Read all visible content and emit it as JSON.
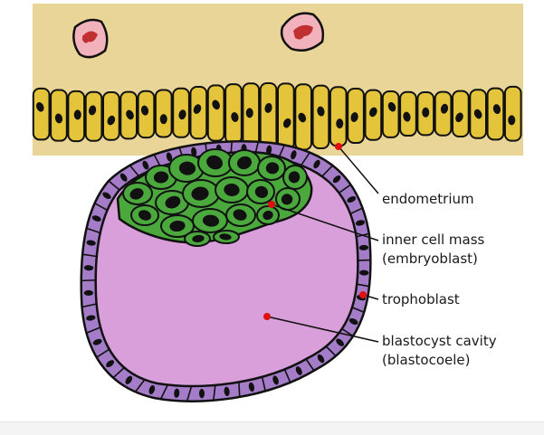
{
  "labels": {
    "endometrium": "endometrium",
    "inner_cell_mass": "inner cell mass",
    "embryoblast": "(embryoblast)",
    "trophoblast": "trophoblast",
    "blastocyst_cavity": "blastocyst cavity",
    "blastocoele": "(blastocoele)"
  },
  "colors": {
    "stroma": "#e9d597",
    "epithelium": "#e4c43a",
    "trophoblast": "#a47cc8",
    "cavity": "#d89fda",
    "inner_cell_mass": "#4aa83c",
    "nucleus": "#111111",
    "rbc": "#f2b2bc",
    "rbc_center": "#c03030",
    "pointer_dot": "#e01010"
  }
}
